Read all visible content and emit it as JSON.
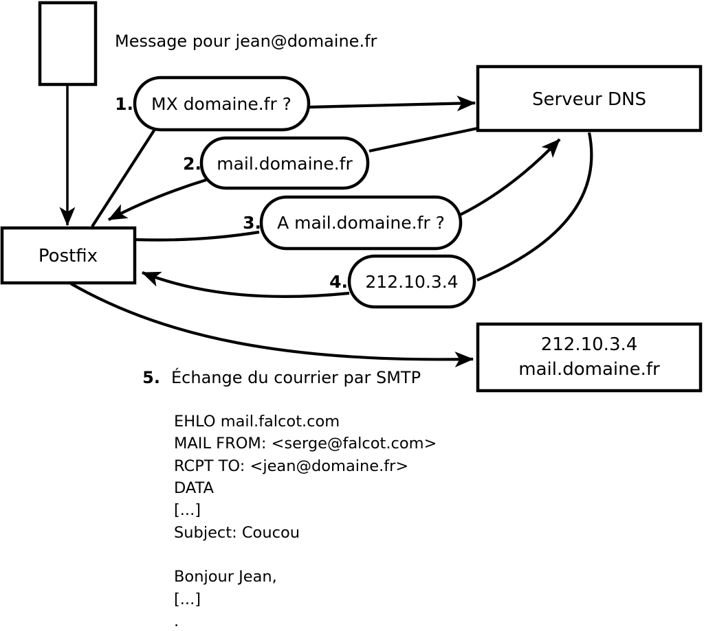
{
  "diagram": {
    "background_color": "#ffffff",
    "line_color": "#000000",
    "title": "Message pour jean@domaine.fr",
    "nodes": {
      "postfix": {
        "label": "Postfix"
      },
      "dns_server": {
        "label": "Serveur DNS"
      },
      "mail_server": {
        "ip": "212.10.3.4",
        "hostname": "mail.domaine.fr"
      }
    },
    "steps": [
      {
        "number": "1.",
        "label": "MX domaine.fr ?"
      },
      {
        "number": "2.",
        "label": "mail.domaine.fr"
      },
      {
        "number": "3.",
        "label": "A mail.domaine.fr ?"
      },
      {
        "number": "4.",
        "label": "212.10.3.4"
      },
      {
        "number": "5.",
        "label": "Échange du courrier par SMTP"
      }
    ],
    "smtp_session": [
      "EHLO mail.falcot.com",
      "MAIL FROM: <serge@falcot.com>",
      "RCPT TO: <jean@domaine.fr>",
      "DATA",
      "[...]",
      "Subject: Coucou",
      "Bonjour Jean,",
      "[...]",
      "."
    ]
  }
}
